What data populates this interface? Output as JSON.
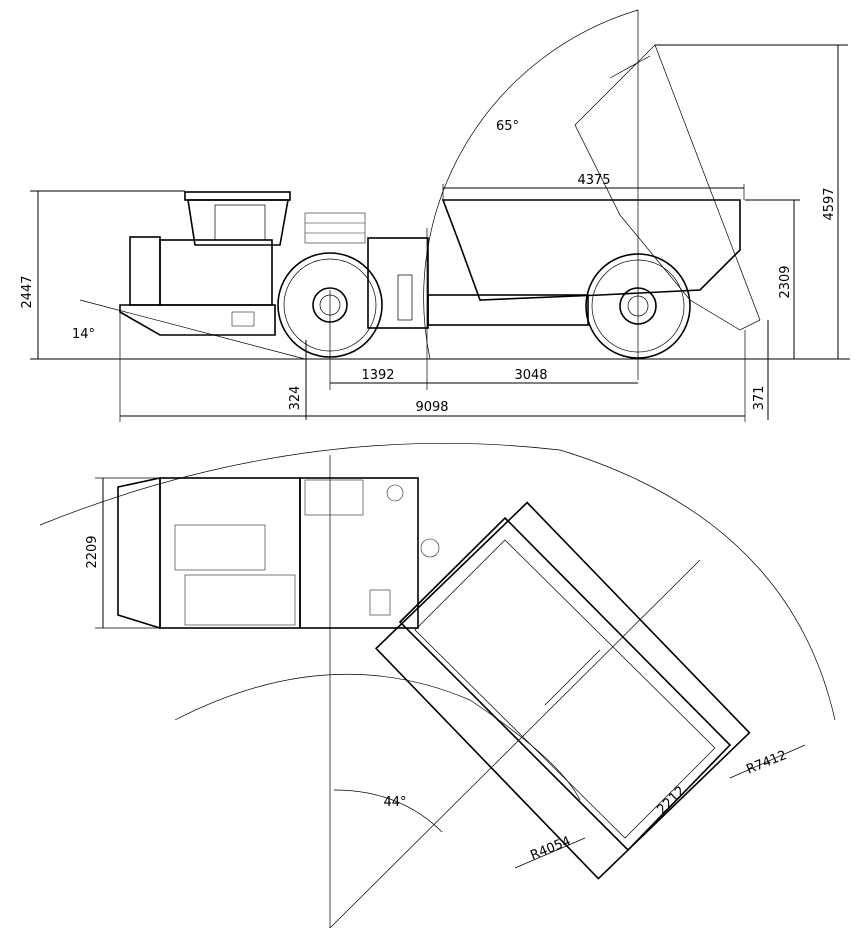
{
  "side_view": {
    "dims": {
      "height_cab": "2447",
      "approach_angle": "14°",
      "tip_angle": "65°",
      "box_length": "4375",
      "height_raised": "4597",
      "box_height": "2309",
      "ground_clearance": "324",
      "front_axle": "1392",
      "wheelbase": "3048",
      "overall_length": "9098",
      "rear_clearance": "371"
    }
  },
  "top_view": {
    "dims": {
      "width": "2209",
      "steer_angle": "44°",
      "inner_radius": "R4054",
      "outer_radius": "R7412",
      "box_width": "2212"
    }
  }
}
